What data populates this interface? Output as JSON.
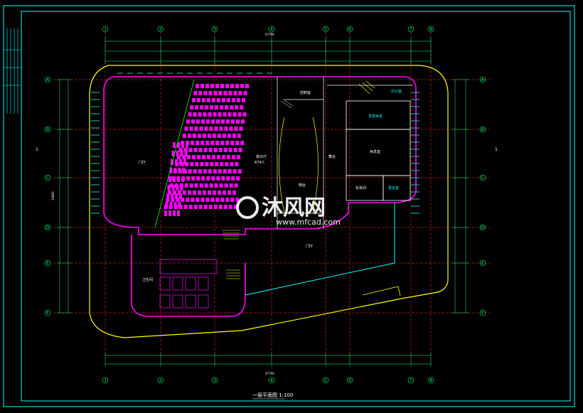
{
  "drawing": {
    "title": "一层平面图 1:100",
    "watermark_text": "沐风网",
    "watermark_url": "www.mfcad.com",
    "overall_dimension_top": "47700",
    "overall_dimension_bottom": "47700",
    "overall_dimension_left": "34800"
  },
  "axes": {
    "columns": [
      "1",
      "2",
      "3",
      "4",
      "5",
      "6",
      "7",
      "8"
    ],
    "rows": [
      "A",
      "B",
      "C",
      "D",
      "E",
      "F"
    ]
  },
  "rooms": {
    "hall_left": "门厅",
    "auditorium": "观众厅",
    "auditorium_seats": "674人",
    "stage_label": "舞台",
    "lobby": "门厅",
    "room_right_1": "贵宾休息",
    "room_right_2": "休息室",
    "room_right_3": "化妆间",
    "room_right_4": "办公室",
    "room_right_5": "更衣室",
    "control": "控制室",
    "toilet": "卫生间",
    "side_room": "侧台"
  },
  "colors": {
    "frame": "#00ffff",
    "grid": "#ff2a2a",
    "wall_outer": "#ffff00",
    "wall_inner": "#ff00ff",
    "dimension": "#00ff7f",
    "seats": "#ff00ff",
    "stairs": "#ffff00"
  }
}
